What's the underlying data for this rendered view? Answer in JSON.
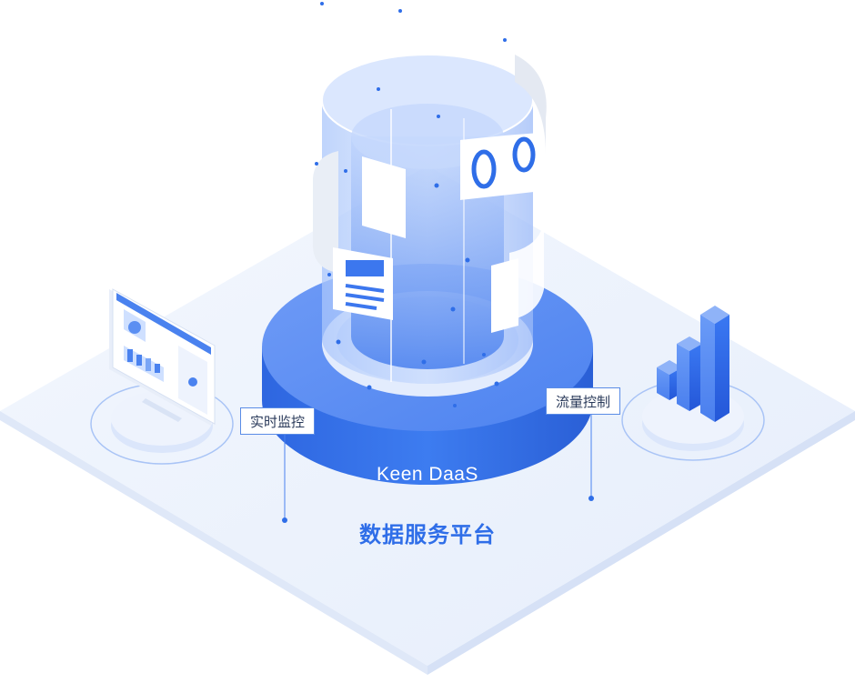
{
  "platform": {
    "name": "Keen DaaS",
    "subtitle": "数据服务平台"
  },
  "callouts": {
    "realtime_monitoring": "实时监控",
    "flow_control": "流量控制"
  },
  "colors": {
    "primary_blue": "#2f6ee8",
    "light_blue": "#cfe0ff",
    "floor": "#eef4fd"
  }
}
